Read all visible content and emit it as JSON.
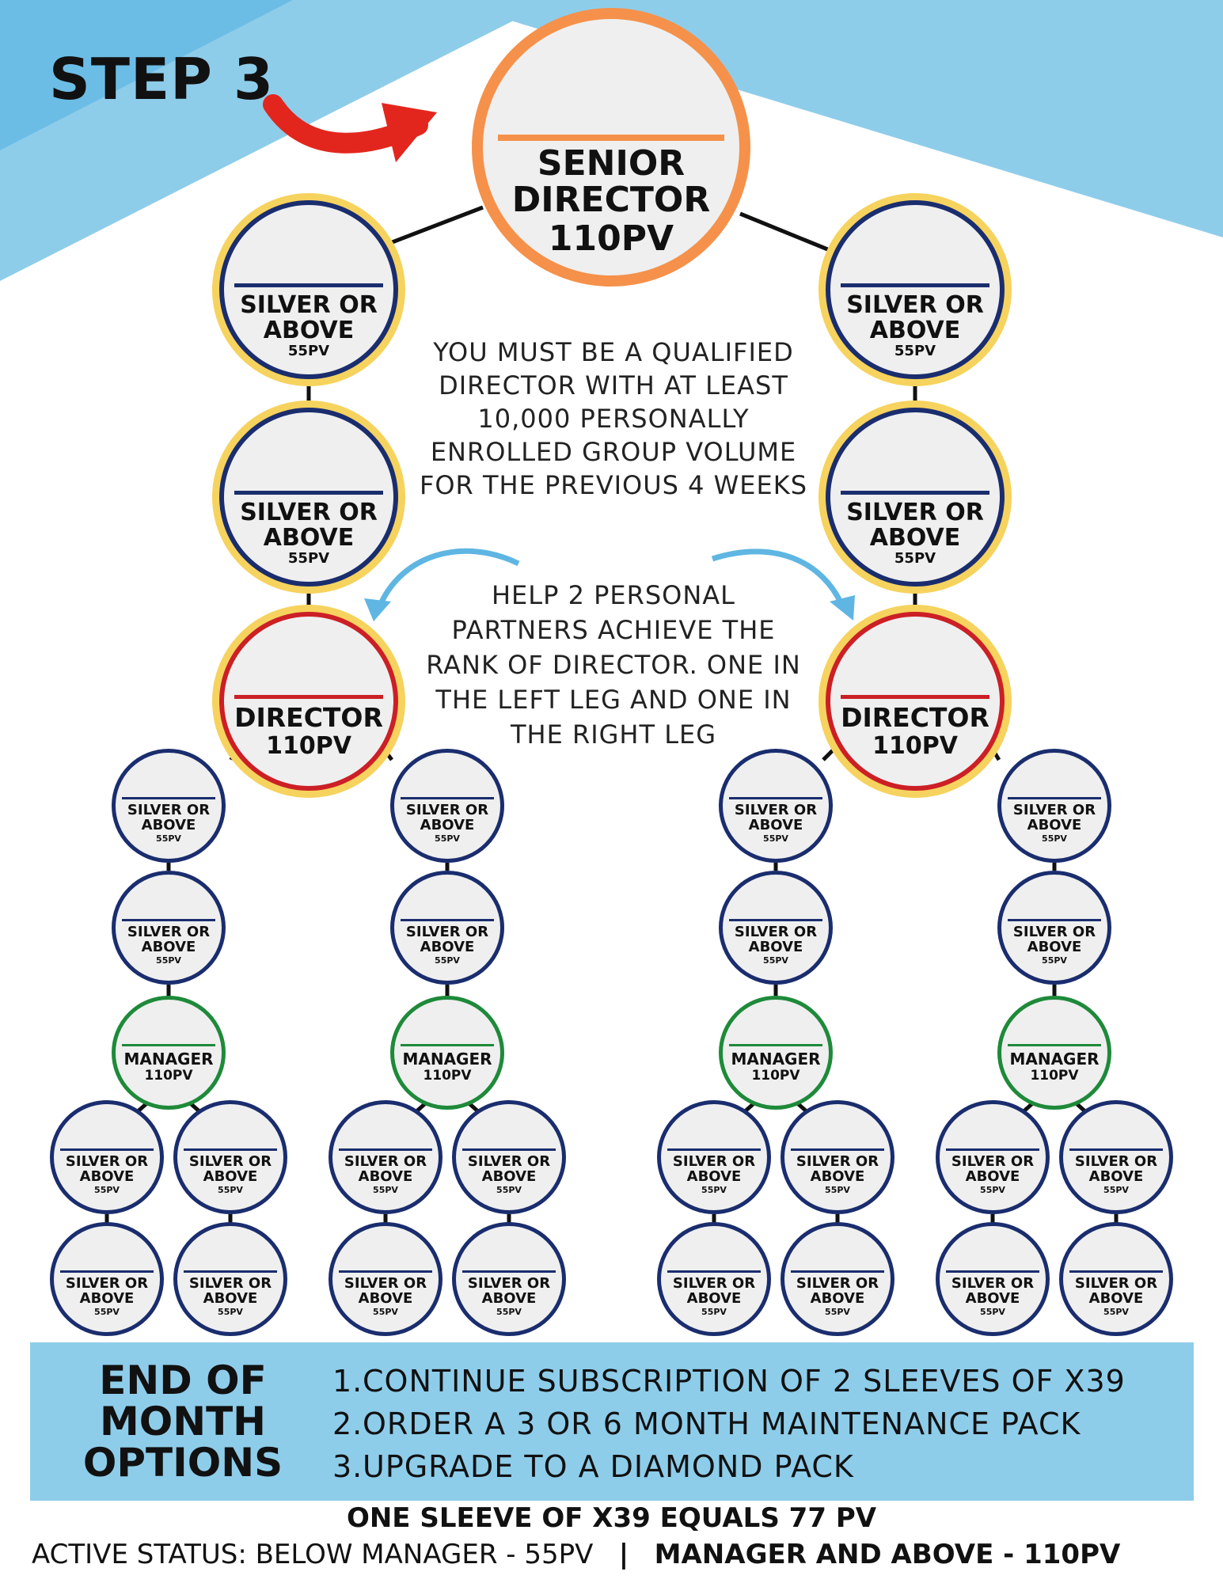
{
  "step_title": "STEP 3",
  "colors": {
    "sky_blue": "#8ecdea",
    "navy": "#1a2d6e",
    "gold": "#f6d35e",
    "orange": "#f5914a",
    "red": "#cc1f26",
    "green": "#1e8a3a",
    "arrow_red": "#e3261d",
    "arrow_blue": "#5fb6e2"
  },
  "top_node": {
    "title_line1": "SENIOR",
    "title_line2": "DIRECTOR",
    "pv": "110PV"
  },
  "silver_label_line1": "SILVER OR",
  "silver_label_line2": "ABOVE",
  "silver_pv": "55PV",
  "director": {
    "title": "DIRECTOR",
    "pv": "110PV"
  },
  "manager": {
    "title": "MANAGER",
    "pv": "110PV"
  },
  "requirement_text": [
    "YOU MUST BE A QUALIFIED",
    "DIRECTOR WITH AT LEAST",
    "10,000 PERSONALLY",
    "ENROLLED GROUP VOLUME",
    "FOR THE PREVIOUS 4 WEEKS"
  ],
  "help_text": [
    "HELP 2 PERSONAL",
    "PARTNERS ACHIEVE THE",
    "RANK OF DIRECTOR. ONE IN",
    "THE LEFT LEG AND ONE IN",
    "THE RIGHT LEG"
  ],
  "end_of_month": {
    "heading": [
      "END OF",
      "MONTH",
      "OPTIONS"
    ],
    "options": [
      {
        "num": "1.",
        "text": "CONTINUE SUBSCRIPTION OF 2 SLEEVES OF X39"
      },
      {
        "num": "2.",
        "text": "ORDER A 3 OR 6 MONTH MAINTENANCE PACK"
      },
      {
        "num": "3.",
        "text": "UPGRADE TO A DIAMOND PACK"
      }
    ]
  },
  "footer": {
    "line1": "ONE SLEEVE OF X39 EQUALS 77 PV",
    "line2_regular": "ACTIVE STATUS: BELOW MANAGER - 55PV",
    "separator": "|",
    "line2_bold": "MANAGER AND ABOVE - 110PV"
  }
}
